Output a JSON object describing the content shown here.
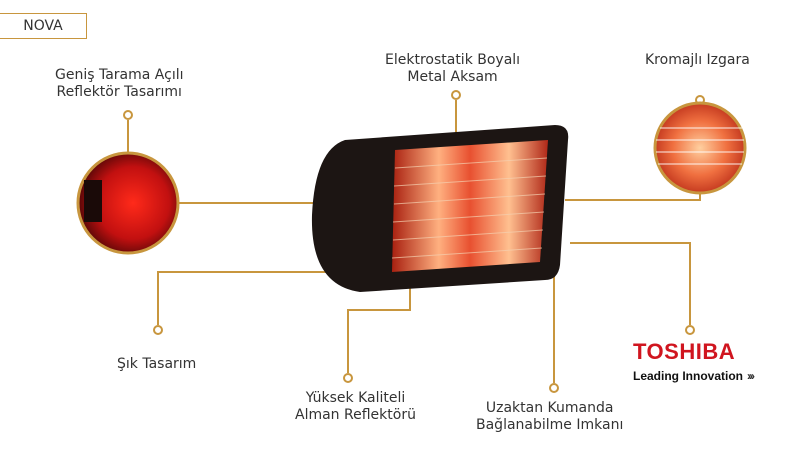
{
  "model_label": "NOVA",
  "features": {
    "reflector_design": [
      "Geniş Tarama Açılı",
      "Reflektör Tasarımı"
    ],
    "painted_metal": [
      "Elektrostatik Boyalı",
      "Metal Aksam"
    ],
    "chrome_grill": "Kromajlı Izgara",
    "stylish_design": "Şık Tasarım",
    "german_reflector": [
      "Yüksek Kaliteli",
      "Alman Reflektörü"
    ],
    "remote_control": [
      "Uzaktan Kumanda",
      "Bağlanabilme Imkanı"
    ]
  },
  "brand": {
    "name": "TOSHIBA",
    "tagline": "Leading Innovation",
    "chevrons": "›››"
  },
  "colors": {
    "accent": "#c8963e",
    "brand_red": "#d0151f"
  }
}
